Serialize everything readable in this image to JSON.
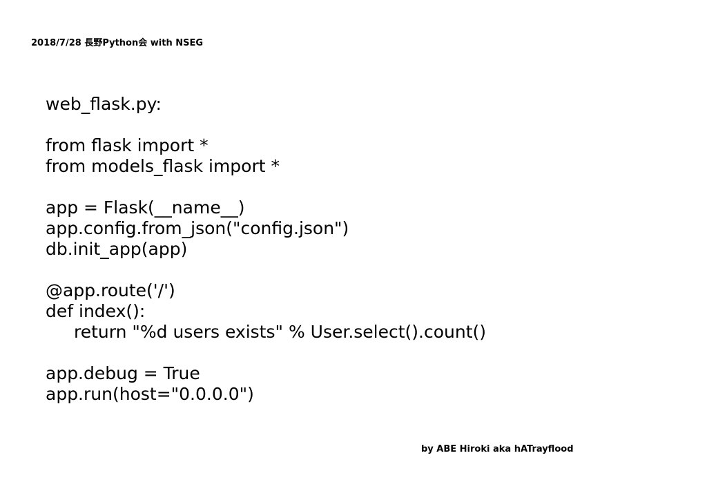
{
  "header": {
    "caption": "2018/7/28 長野Python会 with NSEG"
  },
  "code": {
    "lines": [
      "web_flask.py:",
      "",
      "from flask import *",
      "from models_flask import *",
      "",
      "app = Flask(__name__)",
      "app.config.from_json(\"config.json\")",
      "db.init_app(app)",
      "",
      "@app.route('/')",
      "def index():",
      "return \"%d users exists\" % User.select().count()",
      "",
      "app.debug = True",
      "app.run(host=\"0.0.0.0\")"
    ]
  },
  "footer": {
    "caption": "by ABE Hiroki aka hATrayflood"
  }
}
